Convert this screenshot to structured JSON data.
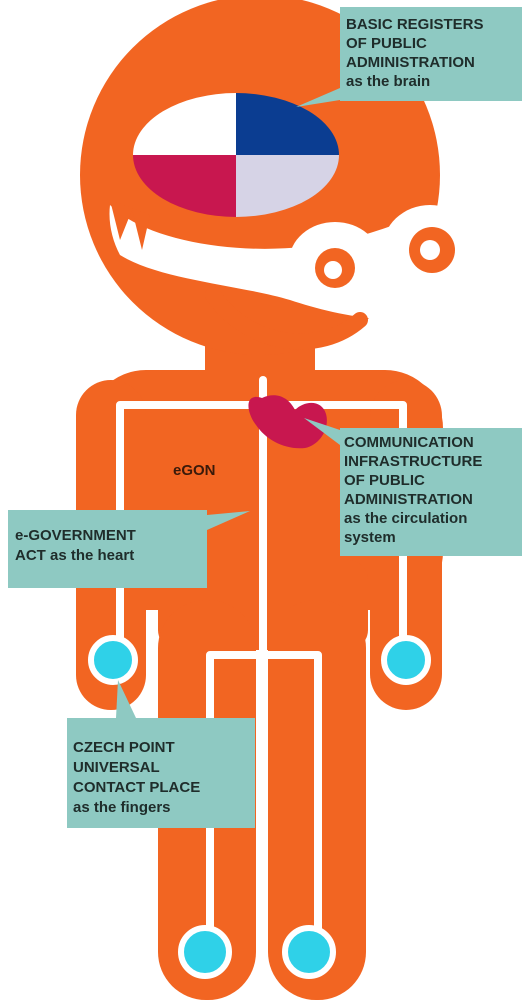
{
  "figure": {
    "colors": {
      "body": "#f26522",
      "inner_lines": "#ffffff",
      "brain_blue": "#0b3d91",
      "brain_red": "#c8174f",
      "brain_lavender": "#d6d3e6",
      "brain_white": "#ffffff",
      "heart": "#c8174f",
      "fingertips": "#2fd1e8",
      "callout": "#8ec9c2",
      "callout_text": "#1f2d2b"
    },
    "mascot_label": "eGON"
  },
  "callouts": {
    "brain": {
      "lines": [
        "BASIC REGISTERS",
        "OF PUBLIC",
        "ADMINISTRATION",
        "as the brain"
      ]
    },
    "circulation": {
      "lines": [
        "COMMUNICATION",
        "INFRASTRUCTURE",
        "OF PUBLIC",
        "ADMINISTRATION",
        "as the circulation",
        "system"
      ]
    },
    "heart": {
      "lines": [
        "e-GOVERNMENT",
        "ACT as the heart"
      ]
    },
    "fingers": {
      "lines": [
        "CZECH POINT",
        "UNIVERSAL",
        "CONTACT PLACE",
        "as the fingers"
      ]
    }
  }
}
